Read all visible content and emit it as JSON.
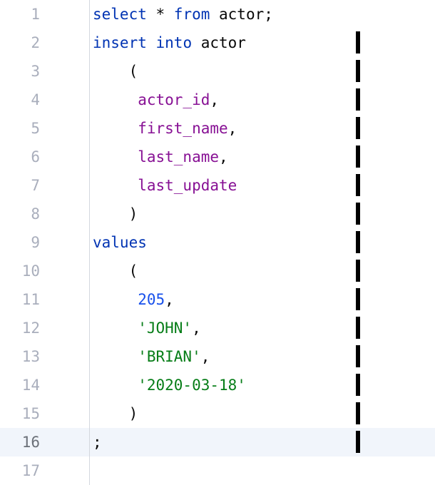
{
  "editor": {
    "language": "sql",
    "current_line": 16,
    "colors": {
      "keyword": "#0033b3",
      "number": "#1750eb",
      "string": "#067d17",
      "identifier": "#871094",
      "plain": "#080808",
      "line_number": "#a9aebc",
      "current_line_number": "#6b7078",
      "current_line_background": "#f1f5fb",
      "gutter_border": "#d4d7de",
      "caret": "#000000"
    },
    "carets": {
      "lines": [
        2,
        3,
        4,
        5,
        6,
        7,
        8,
        9,
        10,
        11,
        12,
        13,
        14,
        15,
        16
      ]
    },
    "lines": [
      {
        "number": "1",
        "segments": [
          {
            "text": "select",
            "color": "keyword"
          },
          {
            "text": " * ",
            "color": "plain"
          },
          {
            "text": "from",
            "color": "keyword"
          },
          {
            "text": " actor;",
            "color": "plain"
          }
        ]
      },
      {
        "number": "2",
        "segments": [
          {
            "text": "insert",
            "color": "keyword"
          },
          {
            "text": " ",
            "color": "plain"
          },
          {
            "text": "into",
            "color": "keyword"
          },
          {
            "text": " actor",
            "color": "plain"
          }
        ]
      },
      {
        "number": "3",
        "segments": [
          {
            "text": "    (",
            "color": "plain"
          }
        ]
      },
      {
        "number": "4",
        "segments": [
          {
            "text": "     ",
            "color": "plain"
          },
          {
            "text": "actor_id",
            "color": "identifier"
          },
          {
            "text": ",",
            "color": "plain"
          }
        ]
      },
      {
        "number": "5",
        "segments": [
          {
            "text": "     ",
            "color": "plain"
          },
          {
            "text": "first_name",
            "color": "identifier"
          },
          {
            "text": ",",
            "color": "plain"
          }
        ]
      },
      {
        "number": "6",
        "segments": [
          {
            "text": "     ",
            "color": "plain"
          },
          {
            "text": "last_name",
            "color": "identifier"
          },
          {
            "text": ",",
            "color": "plain"
          }
        ]
      },
      {
        "number": "7",
        "segments": [
          {
            "text": "     ",
            "color": "plain"
          },
          {
            "text": "last_update",
            "color": "identifier"
          }
        ]
      },
      {
        "number": "8",
        "segments": [
          {
            "text": "    )",
            "color": "plain"
          }
        ]
      },
      {
        "number": "9",
        "segments": [
          {
            "text": "values",
            "color": "keyword"
          }
        ]
      },
      {
        "number": "10",
        "segments": [
          {
            "text": "    (",
            "color": "plain"
          }
        ]
      },
      {
        "number": "11",
        "segments": [
          {
            "text": "     ",
            "color": "plain"
          },
          {
            "text": "205",
            "color": "number"
          },
          {
            "text": ",",
            "color": "plain"
          }
        ]
      },
      {
        "number": "12",
        "segments": [
          {
            "text": "     ",
            "color": "plain"
          },
          {
            "text": "'JOHN'",
            "color": "string"
          },
          {
            "text": ",",
            "color": "plain"
          }
        ]
      },
      {
        "number": "13",
        "segments": [
          {
            "text": "     ",
            "color": "plain"
          },
          {
            "text": "'BRIAN'",
            "color": "string"
          },
          {
            "text": ",",
            "color": "plain"
          }
        ]
      },
      {
        "number": "14",
        "segments": [
          {
            "text": "     ",
            "color": "plain"
          },
          {
            "text": "'2020-03-18'",
            "color": "string"
          }
        ]
      },
      {
        "number": "15",
        "segments": [
          {
            "text": "    )",
            "color": "plain"
          }
        ]
      },
      {
        "number": "16",
        "segments": [
          {
            "text": ";",
            "color": "plain"
          }
        ]
      },
      {
        "number": "17",
        "segments": []
      }
    ]
  }
}
